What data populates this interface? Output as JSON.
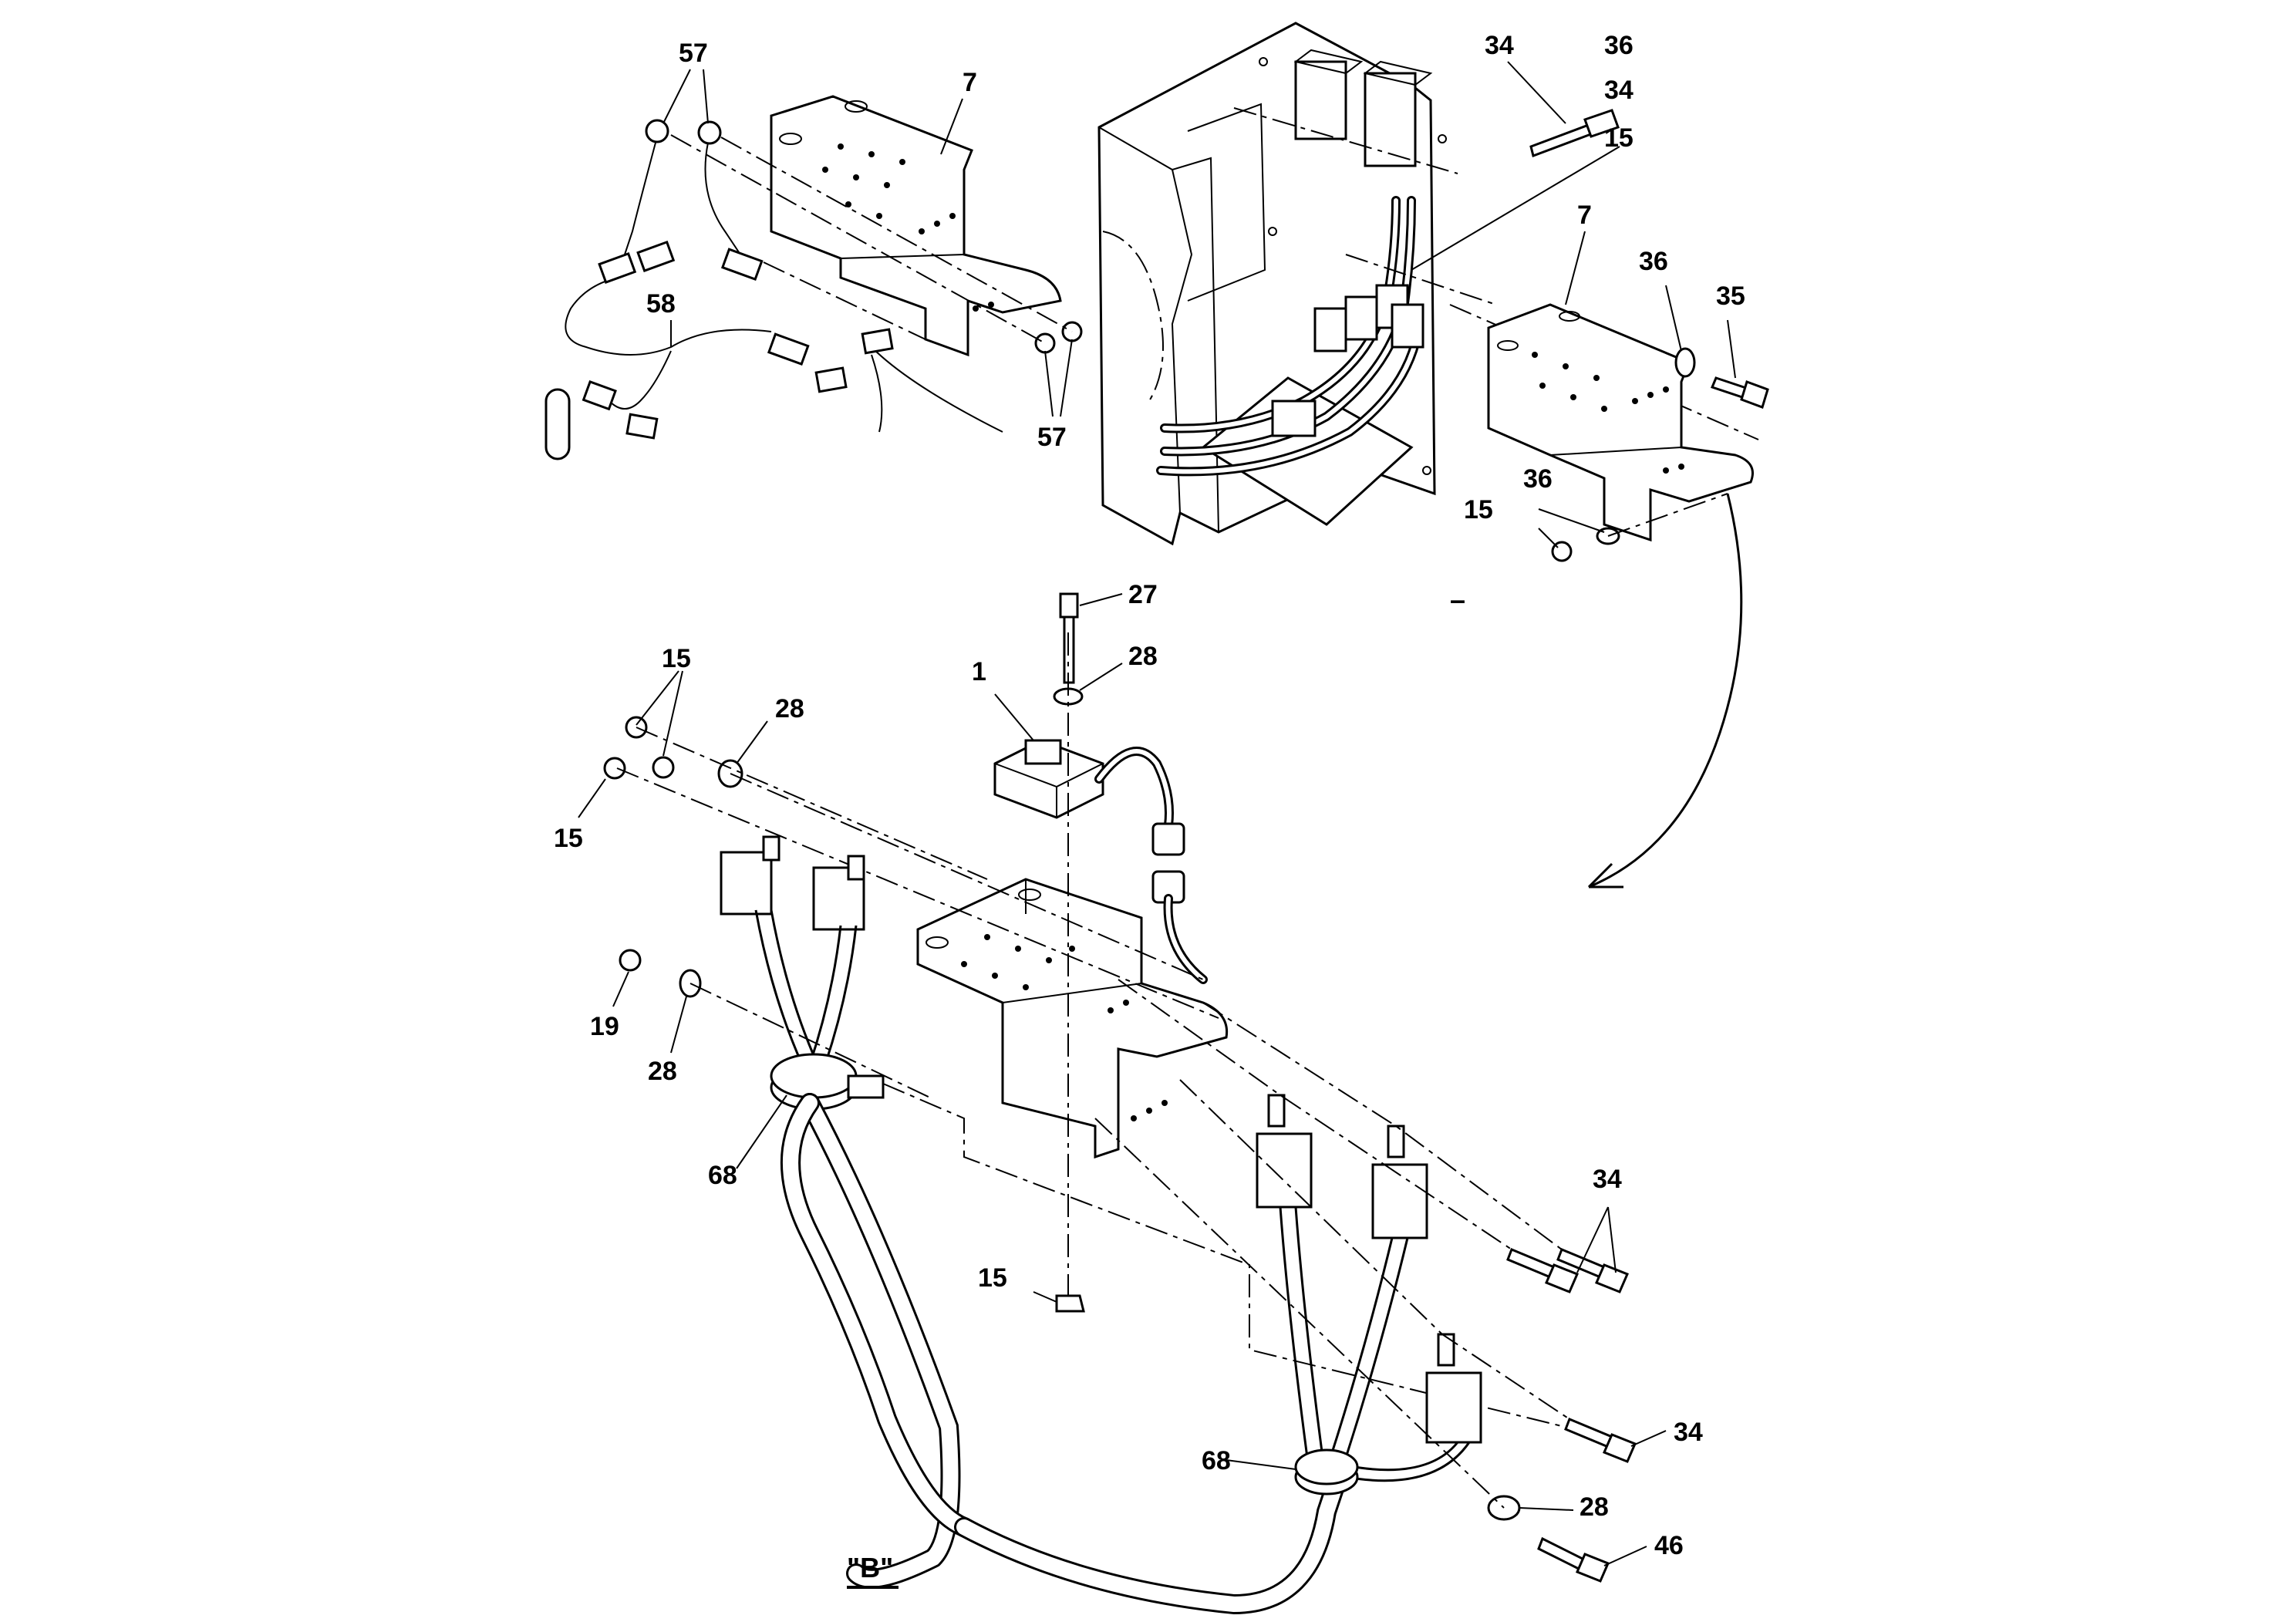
{
  "callouts": [
    {
      "id": "c57a",
      "text": "57"
    },
    {
      "id": "c7a",
      "text": "7"
    },
    {
      "id": "c58",
      "text": "58"
    },
    {
      "id": "c57b",
      "text": "57"
    },
    {
      "id": "c34a",
      "text": "34"
    },
    {
      "id": "c36a",
      "text": "36"
    },
    {
      "id": "c34b",
      "text": "34"
    },
    {
      "id": "c15a",
      "text": "15"
    },
    {
      "id": "c7b",
      "text": "7"
    },
    {
      "id": "c36b",
      "text": "36"
    },
    {
      "id": "c35",
      "text": "35"
    },
    {
      "id": "c36c",
      "text": "36"
    },
    {
      "id": "c15b",
      "text": "15"
    },
    {
      "id": "c27",
      "text": "27"
    },
    {
      "id": "c28a",
      "text": "28"
    },
    {
      "id": "c1",
      "text": "1"
    },
    {
      "id": "c15c",
      "text": "15"
    },
    {
      "id": "c28b",
      "text": "28"
    },
    {
      "id": "c15d",
      "text": "15"
    },
    {
      "id": "c19",
      "text": "19"
    },
    {
      "id": "c28c",
      "text": "28"
    },
    {
      "id": "c68a",
      "text": "68"
    },
    {
      "id": "c34c",
      "text": "34"
    },
    {
      "id": "c15e",
      "text": "15"
    },
    {
      "id": "c34d",
      "text": "34"
    },
    {
      "id": "c68b",
      "text": "68"
    },
    {
      "id": "c28d",
      "text": "28"
    },
    {
      "id": "c46",
      "text": "46"
    }
  ],
  "view_label": "\"B\"",
  "stray_mark": "–"
}
